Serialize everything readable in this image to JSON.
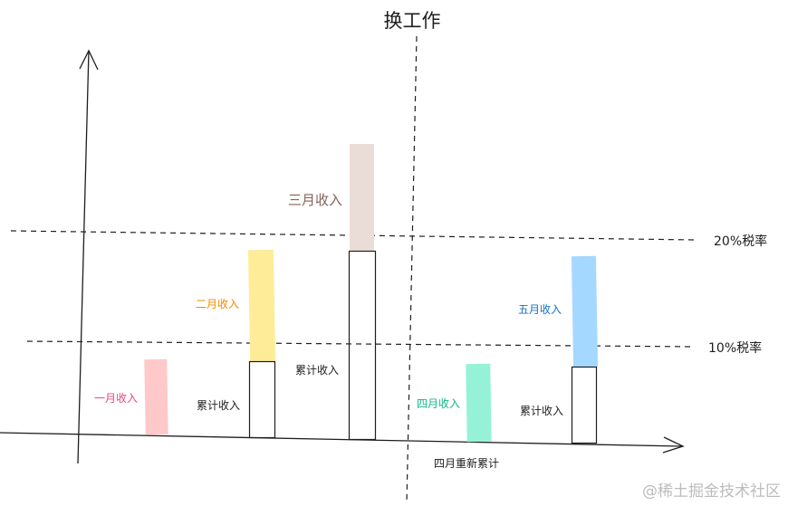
{
  "title": "换工作",
  "thresholds": {
    "high": "20%税率",
    "low": "10%税率"
  },
  "months": {
    "jan": "一月收入",
    "feb": "二月收入",
    "mar": "三月收入",
    "apr": "四月收入",
    "may": "五月收入"
  },
  "cumulative_label": "累计收入",
  "reset_label": "四月重新累计",
  "watermark": "@稀土掘金技术社区",
  "colors": {
    "jan": "#ffc9c9",
    "feb": "#ffec99",
    "mar": "#eaddd7",
    "apr": "#96f2d7",
    "may": "#a5d8ff",
    "jan_text": "#e64980",
    "feb_text": "#f08c00",
    "mar_text": "#846358",
    "apr_text": "#12b886",
    "may_text": "#1971c2"
  }
}
